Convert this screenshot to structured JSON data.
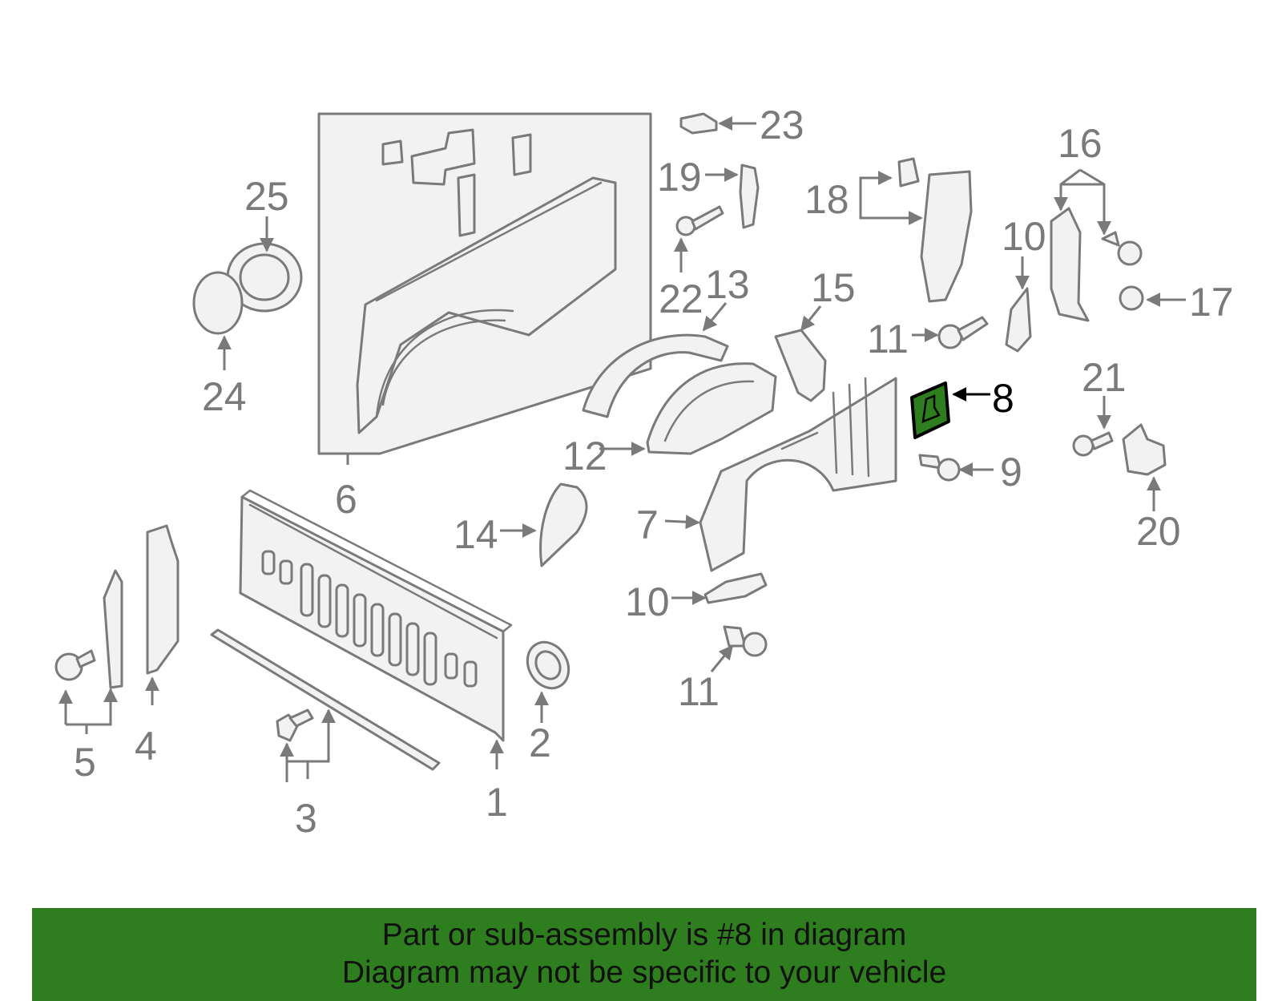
{
  "diagram": {
    "callouts": {
      "c1": "1",
      "c2": "2",
      "c3": "3",
      "c4": "4",
      "c5": "5",
      "c6": "6",
      "c7": "7",
      "c8": "8",
      "c9": "9",
      "c10a": "10",
      "c10b": "10",
      "c11a": "11",
      "c11b": "11",
      "c12": "12",
      "c13": "13",
      "c14": "14",
      "c15": "15",
      "c16": "16",
      "c17": "17",
      "c18": "18",
      "c19": "19",
      "c20": "20",
      "c21": "21",
      "c22": "22",
      "c23": "23",
      "c24": "24",
      "c25": "25"
    },
    "highlighted_part": "8",
    "colors": {
      "highlight_fill": "#2e7d1f",
      "line": "#7a7a7a",
      "banner_bg": "#2e7d1f"
    }
  },
  "banner": {
    "line1": "Part or sub-assembly is #8 in diagram",
    "line2": "Diagram may not be specific to your vehicle"
  }
}
